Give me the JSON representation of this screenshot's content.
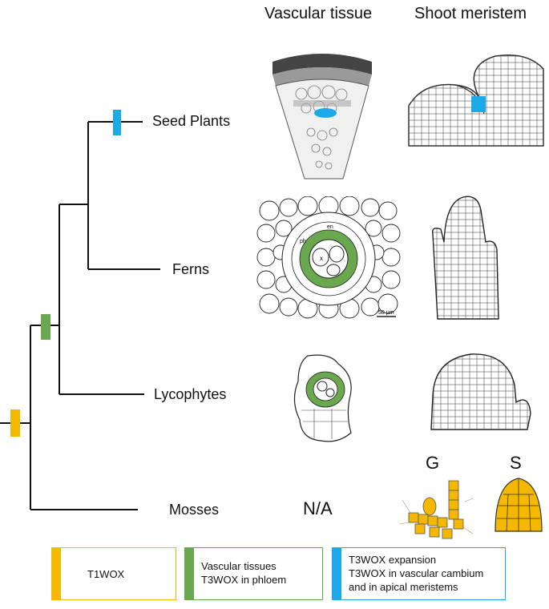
{
  "columns": {
    "vascular": "Vascular tissue",
    "shoot": "Shoot meristem"
  },
  "clades": [
    "Seed Plants",
    "Ferns",
    "Lycophytes",
    "Mosses"
  ],
  "mosses_vascular": "N/A",
  "gs": {
    "g": "G",
    "s": "S"
  },
  "scale_bar": "50 µm",
  "micro_labels": {
    "x": "x",
    "ph": "ph",
    "en": "en"
  },
  "legend": [
    {
      "color": "#F5B800",
      "text": "T1WOX"
    },
    {
      "color": "#6AA84F",
      "text": "Vascular tissues\nT3WOX in phloem"
    },
    {
      "color": "#1DA8E8",
      "text": "T3WOX expansion\nT3WOX in vascular cambium\nand in apical meristems"
    }
  ],
  "colors": {
    "t1wox": "#F5B800",
    "t3wox_phloem": "#6AA84F",
    "t3wox_expansion": "#1DA8E8"
  }
}
